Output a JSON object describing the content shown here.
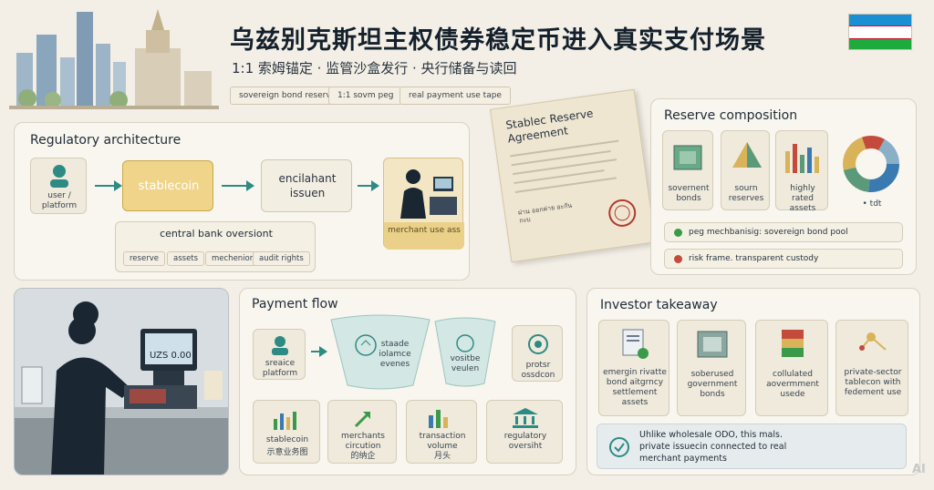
{
  "header": {
    "title": "乌兹别克斯坦主权债券稳定币进入真实支付场景",
    "subtitle": "1:1 索姆锚定 · 监管沙盒发行 · 央行储备与读回",
    "tags": [
      "sovereign bond reserve",
      "1:1 sovm peg",
      "real payment use tape"
    ]
  },
  "flag_colors": {
    "top": "#1a8fd3",
    "middle": "#ffffff",
    "bottom": "#1eaa3c",
    "stripe": "#c8102e"
  },
  "regulatory": {
    "title": "Regulatory architecture",
    "user_label": "user / platform",
    "stablecoin_label": "stablecoin",
    "issuer_label": "encilahant issuen",
    "merchant_label": "merchant use ass",
    "oversight_label": "central bank oversiont",
    "pills": [
      "reserve",
      "assets",
      "mechenion",
      "audit rights"
    ]
  },
  "document": {
    "title": "Stablec Reserve Agreement",
    "sign_lines": "ผ่าน ออกค่าย อะกันกะบ"
  },
  "reserve": {
    "title": "Reserve composition",
    "items": [
      {
        "label": "sovernent bonds"
      },
      {
        "label": "sourn reserves"
      },
      {
        "label": "highly rated assets"
      }
    ],
    "donut_label": "• tdt",
    "rows": [
      {
        "text": "peg mechbanisig: sovereign bond pool",
        "color": "#3a9a4a"
      },
      {
        "text": "risk frame.     transparent custody",
        "color": "#c44a3c"
      }
    ]
  },
  "pos": {
    "screen": "UZS 0.00"
  },
  "payment": {
    "title": "Payment flow",
    "user_label": "sreaice platform",
    "funnel1_label": "staade iolamce evenes",
    "funnel2_label": "vositbe veulen",
    "end_label": "protsr ossdcon",
    "stats": [
      {
        "label": "stablecoin",
        "sub": "示意业务图"
      },
      {
        "label": "merchants circution",
        "sub": "的纳企"
      },
      {
        "label": "transaction volume",
        "sub": "月头"
      },
      {
        "label": "regulatory oversiht",
        "sub": ""
      }
    ]
  },
  "investor": {
    "title": "Investor takeaway",
    "items": [
      {
        "label": "emergin rivatte bond aitgrncy settlement assets"
      },
      {
        "label": "soberused government bonds"
      },
      {
        "label": "collulated aovermment usede"
      },
      {
        "label": "private-sector tablecon with fedement use"
      }
    ],
    "note_line1": "Uhlike wholesale ODO, this mals.",
    "note_line2": "private issuecin connected to real",
    "note_line3": "merchant payments"
  },
  "watermark": "AI"
}
